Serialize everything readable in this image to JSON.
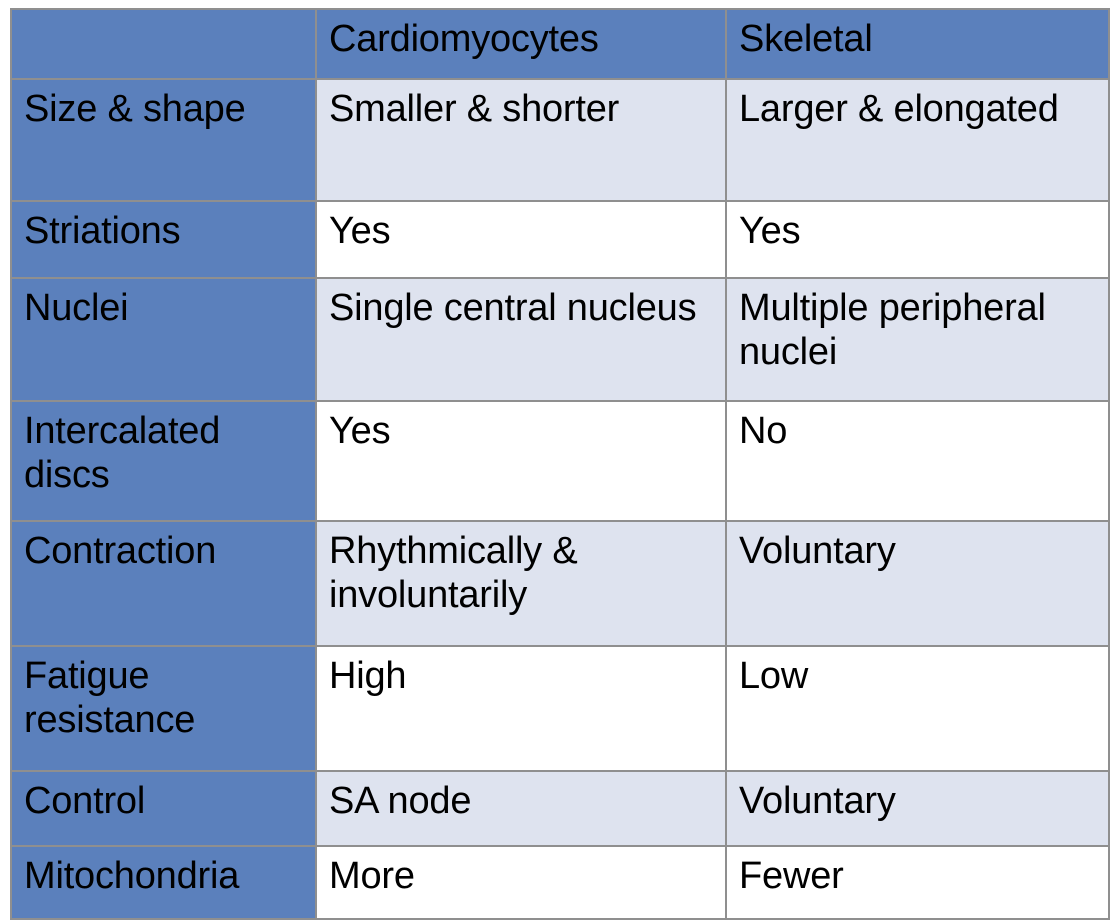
{
  "table": {
    "columns": [
      {
        "key": "attribute",
        "label": ""
      },
      {
        "key": "cardiomyocytes",
        "label": "Cardiomyocytes"
      },
      {
        "key": "skeletal",
        "label": "Skeletal"
      }
    ],
    "rows": [
      {
        "attribute": "Size & shape",
        "cardiomyocytes": "Smaller & shorter",
        "skeletal": "Larger & elongated",
        "band": "light"
      },
      {
        "attribute": "Striations",
        "cardiomyocytes": "Yes",
        "skeletal": "Yes",
        "band": "white"
      },
      {
        "attribute": "Nuclei",
        "cardiomyocytes": "Single central nucleus",
        "skeletal": "Multiple peripheral nuclei",
        "band": "light"
      },
      {
        "attribute": "Intercalated discs",
        "cardiomyocytes": "Yes",
        "skeletal": "No",
        "band": "white"
      },
      {
        "attribute": "Contraction",
        "cardiomyocytes": "Rhythmically & involuntarily",
        "skeletal": "Voluntary",
        "band": "light"
      },
      {
        "attribute": "Fatigue resistance",
        "cardiomyocytes": "High",
        "skeletal": "Low",
        "band": "white"
      },
      {
        "attribute": "Control",
        "cardiomyocytes": "SA node",
        "skeletal": "Voluntary",
        "band": "light"
      },
      {
        "attribute": "Mitochondria",
        "cardiomyocytes": "More",
        "skeletal": "Fewer",
        "band": "white"
      }
    ]
  },
  "colors": {
    "header_blue": "#5b80bc",
    "label_blue": "#5b80bc",
    "band_light": "#dee3ef",
    "band_white": "#ffffff",
    "gridline": "#8f8f8f",
    "text": "#000000"
  }
}
